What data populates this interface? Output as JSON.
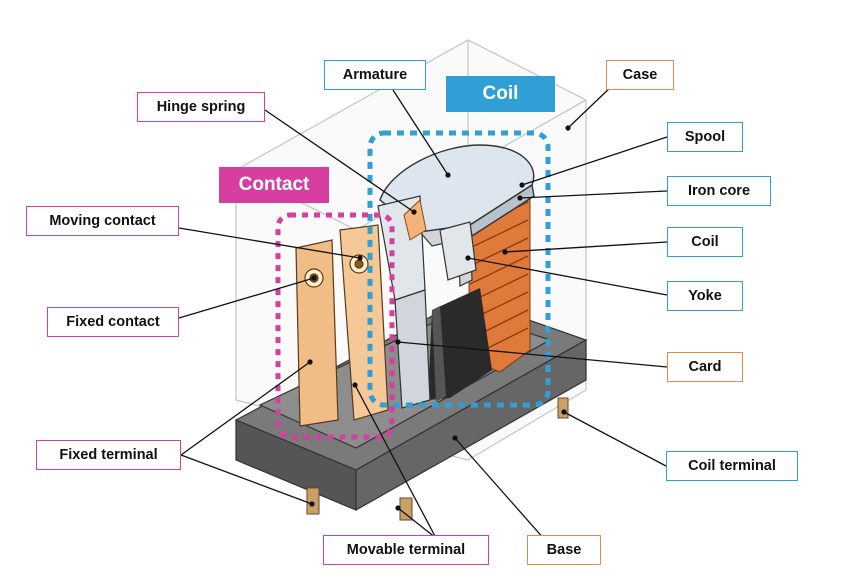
{
  "groups": {
    "coil": "Coil",
    "contact": "Contact"
  },
  "labels": {
    "armature": "Armature",
    "hinge_spring": "Hinge spring",
    "case": "Case",
    "spool": "Spool",
    "iron_core": "Iron core",
    "coil": "Coil",
    "yoke": "Yoke",
    "card": "Card",
    "coil_terminal": "Coil terminal",
    "moving_contact": "Moving contact",
    "fixed_contact": "Fixed contact",
    "fixed_terminal": "Fixed terminal",
    "movable_terminal": "Movable terminal",
    "base": "Base"
  },
  "colors": {
    "contact_group": "#d63fa0",
    "coil_group": "#2f9fd6",
    "component": "#e8894a"
  }
}
